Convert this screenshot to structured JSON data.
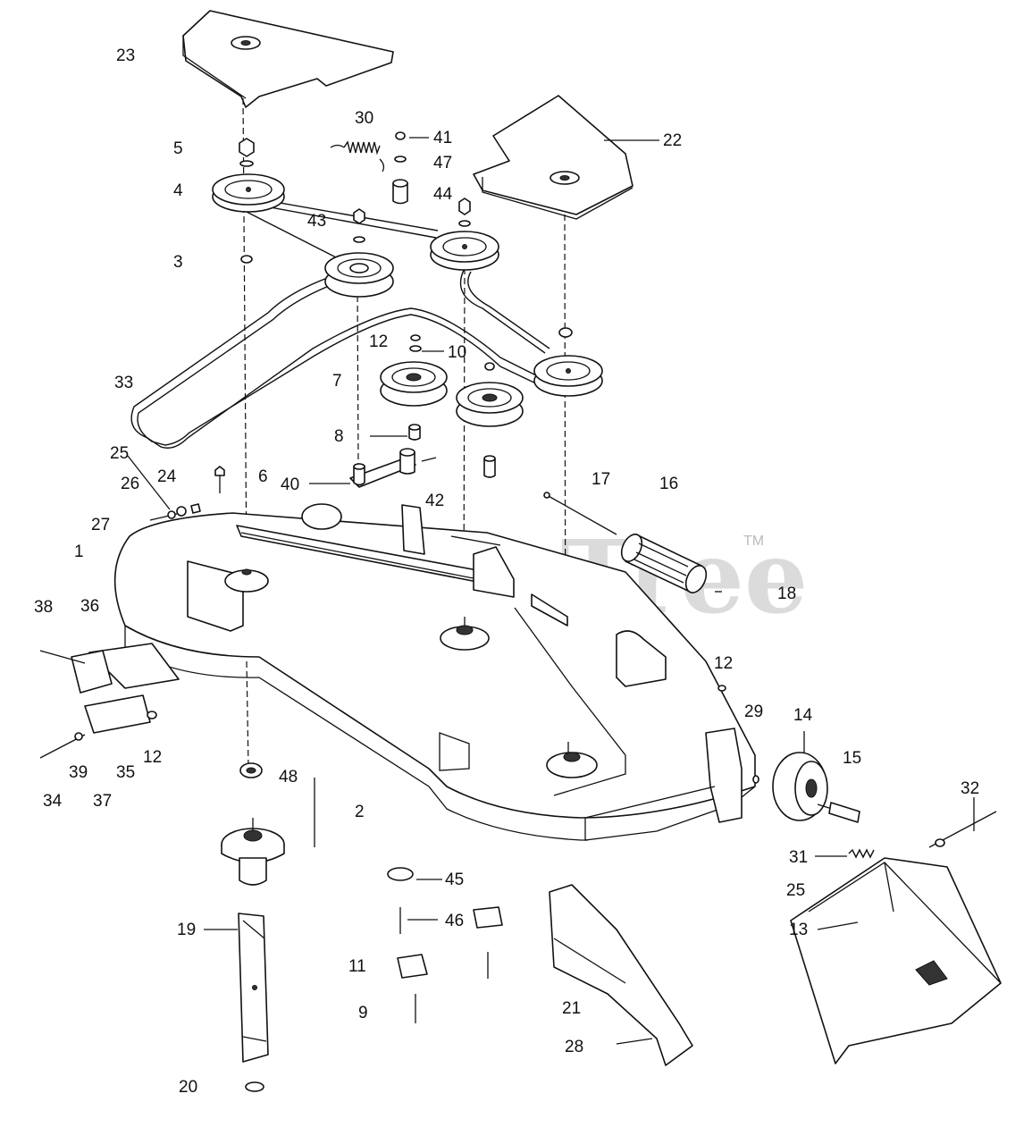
{
  "watermark": {
    "text": "PartsTree",
    "trademark": "TM"
  },
  "callouts": {
    "c1": "1",
    "c2": "2",
    "c3": "3",
    "c4": "4",
    "c5": "5",
    "c6": "6",
    "c7": "7",
    "c8": "8",
    "c9": "9",
    "c10": "10",
    "c11": "11",
    "c12a": "12",
    "c12b": "12",
    "c12c": "12",
    "c13": "13",
    "c14": "14",
    "c15": "15",
    "c16": "16",
    "c17": "17",
    "c18": "18",
    "c19": "19",
    "c20": "20",
    "c21": "21",
    "c22": "22",
    "c23": "23",
    "c24": "24",
    "c25a": "25",
    "c25b": "25",
    "c26": "26",
    "c27": "27",
    "c28": "28",
    "c29": "29",
    "c30": "30",
    "c31": "31",
    "c32": "32",
    "c33": "33",
    "c34": "34",
    "c35": "35",
    "c36": "36",
    "c37": "37",
    "c38": "38",
    "c39": "39",
    "c40": "40",
    "c41": "41",
    "c42": "42",
    "c43": "43",
    "c44": "44",
    "c45": "45",
    "c46": "46",
    "c47": "47",
    "c48": "48"
  }
}
